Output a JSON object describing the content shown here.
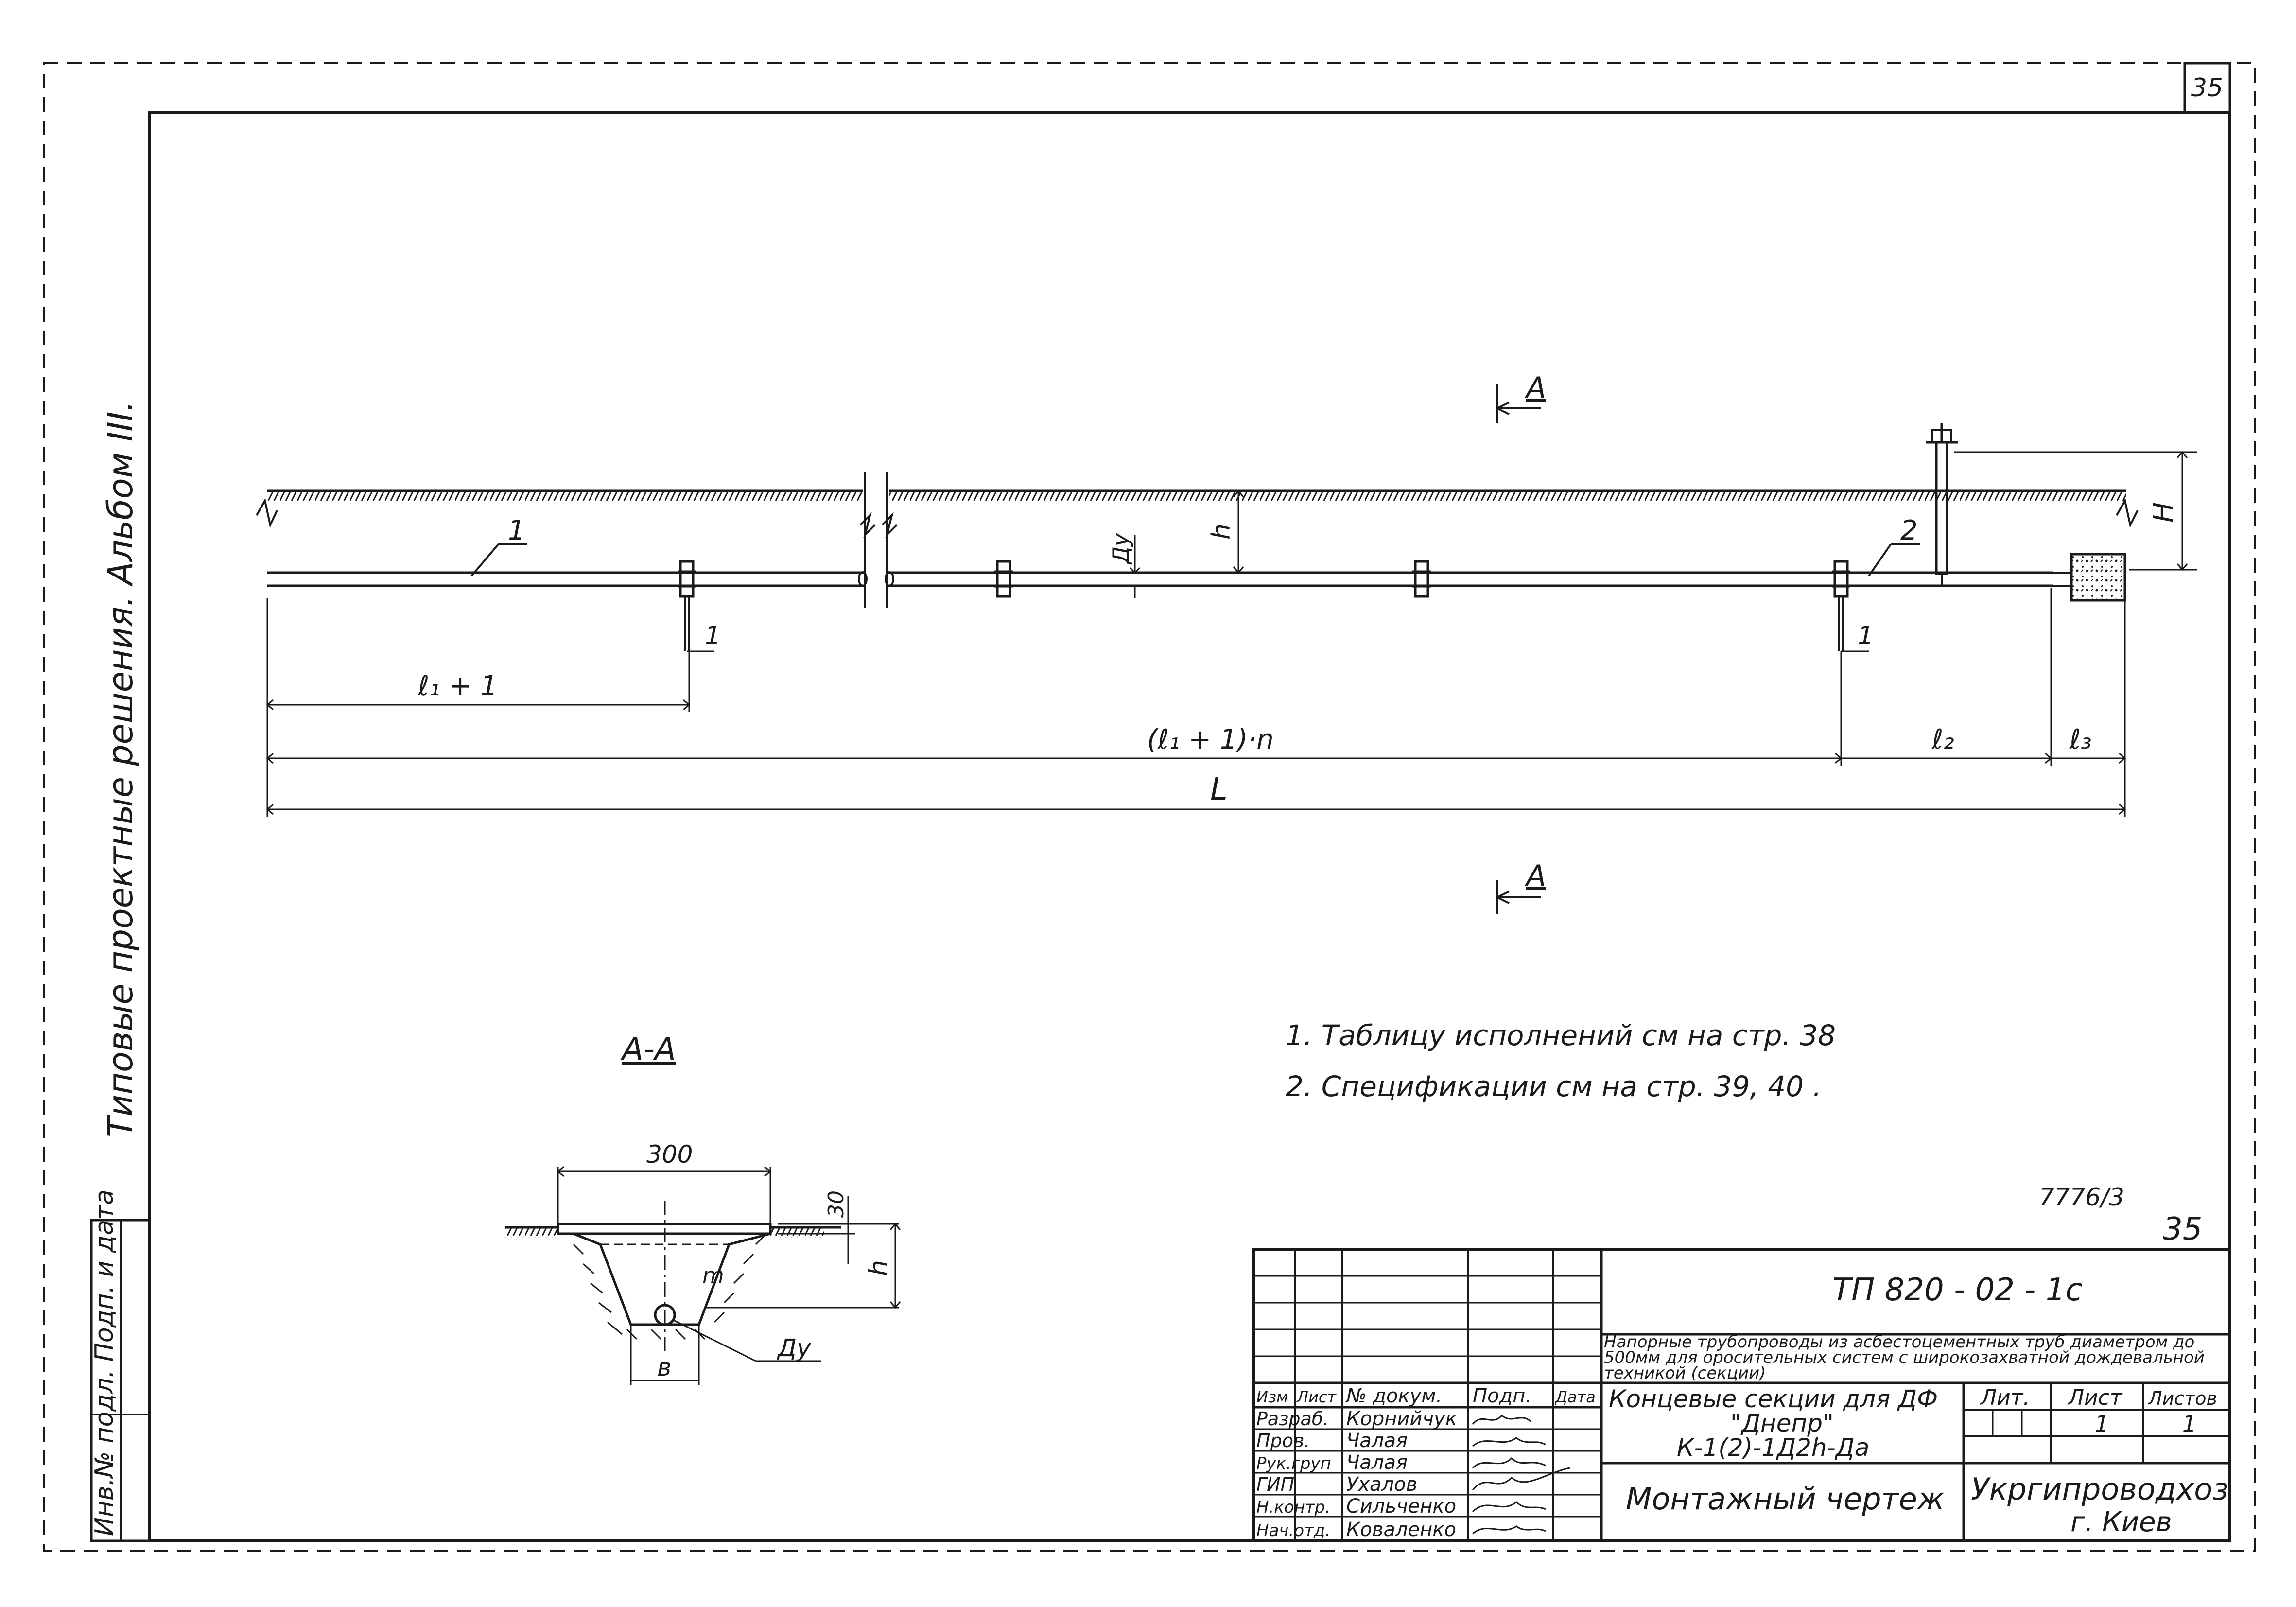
{
  "sheet": {
    "page_number_corner": "35",
    "album_label": "Типовые проектные решения. Альбом III.",
    "inventory_label": "Инв.№ подл. Подп. и дата"
  },
  "plan": {
    "section_marker_label": "А",
    "callouts": [
      "1",
      "2"
    ],
    "bracket_labels": [
      "1",
      "1"
    ],
    "dim_l1": "ℓ₁ + 1",
    "dim_l1n": "(ℓ₁ + 1)·n",
    "dim_l2": "ℓ₂",
    "dim_l3": "ℓ₃",
    "dim_L": "L",
    "dim_h": "h",
    "dim_H": "H",
    "dim_Dy": "Ду"
  },
  "section": {
    "title": "А-А",
    "width_dim": "300",
    "depth_dim": "30",
    "height_dim": "h",
    "bottom_dim": "в",
    "slope_label": "m",
    "pipe_label": "Ду"
  },
  "notes": [
    "1. Таблицу исполнений см на стр. 38",
    "2. Спецификации см на стр. 39, 40 ."
  ],
  "stamp": {
    "order_number": "7776/3",
    "page_number": "35",
    "doc_code": "ТП 820 - 02 - 1с",
    "project_title": "Напорные трубопроводы из асбестоцементных труб диаметром до 500мм для оросительных систем с широкозахватной дождевальной техникой (секции)",
    "header_cells": [
      "Изм",
      "Лист",
      "№ докум.",
      "Подп.",
      "Дата"
    ],
    "roles": [
      {
        "role": "Разраб.",
        "name": "Корнийчук"
      },
      {
        "role": "Пров.",
        "name": "Чалая"
      },
      {
        "role": "Рук.груп",
        "name": "Чалая"
      },
      {
        "role": "ГИП",
        "name": "Ухалов"
      },
      {
        "role": "Н.контр.",
        "name": "Сильченко"
      },
      {
        "role": "Нач.отд.",
        "name": "Коваленко"
      }
    ],
    "sheet_title": "Концевые секции для ДФ \"Днепр\" К-1(2)-1Д2h-Да",
    "sheet_title_line1": "Концевые секции для ДФ",
    "sheet_title_line2": "\"Днепр\"",
    "sheet_title_line3": "К-1(2)-1Д2h-Да",
    "lit_label": "Лит.",
    "sheet_label": "Лист",
    "sheets_label": "Листов",
    "sheet_value": "1",
    "sheets_value": "1",
    "drawing_type": "Монтажный чертеж",
    "organization": "Укргипроводхоз",
    "city": "г. Киев"
  }
}
